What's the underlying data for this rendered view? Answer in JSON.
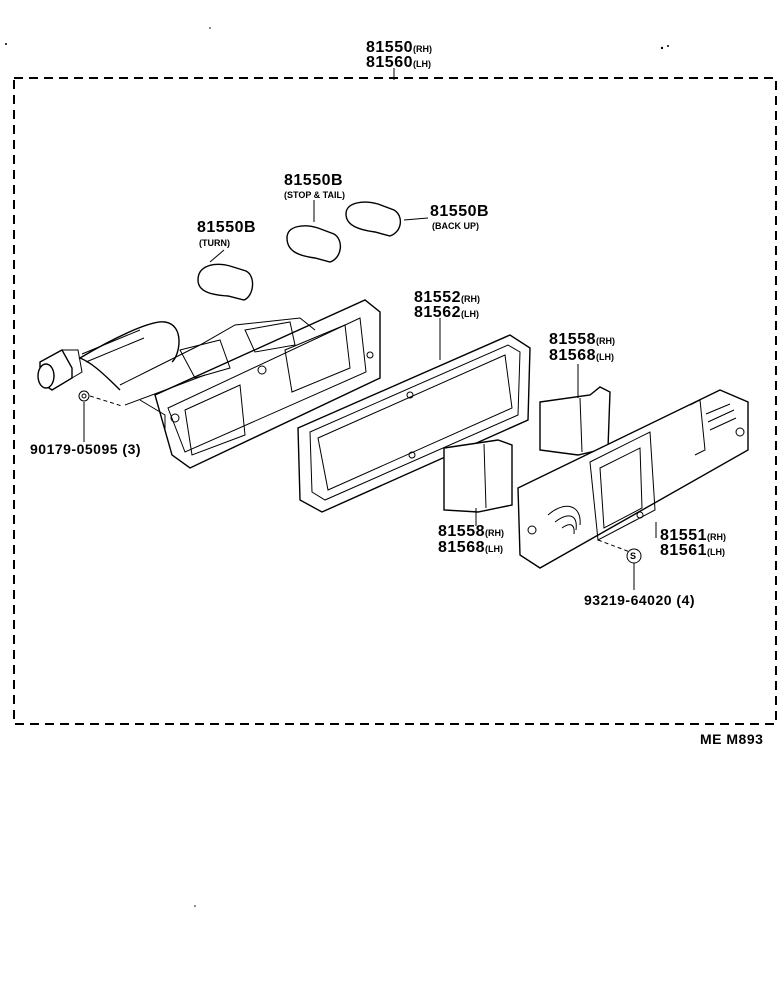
{
  "diagram": {
    "assembly": {
      "rh_number": "81550",
      "rh_suffix": "(RH)",
      "lh_number": "81560",
      "lh_suffix": "(LH)"
    },
    "bulb_turn": {
      "number": "81550B",
      "note": "(TURN)"
    },
    "bulb_stop_tail": {
      "number": "81550B",
      "note": "(STOP & TAIL)"
    },
    "bulb_backup": {
      "number": "81550B",
      "note": "(BACK UP)"
    },
    "gasket": {
      "rh_number": "81552",
      "rh_suffix": "(RH)",
      "lh_number": "81562",
      "lh_suffix": "(LH)"
    },
    "reflector_upper": {
      "rh_number": "81558",
      "rh_suffix": "(RH)",
      "lh_number": "81568",
      "lh_suffix": "(LH)"
    },
    "reflector_lower": {
      "rh_number": "81558",
      "rh_suffix": "(RH)",
      "lh_number": "81568",
      "lh_suffix": "(LH)"
    },
    "lens": {
      "rh_number": "81551",
      "rh_suffix": "(RH)",
      "lh_number": "81561",
      "lh_suffix": "(LH)"
    },
    "screw_left": {
      "number": "90179-05095",
      "qty": "(3)"
    },
    "screw_right": {
      "number": "93219-64020",
      "qty": "(4)",
      "symbol": "S"
    },
    "figure_code": "ME  M893"
  }
}
